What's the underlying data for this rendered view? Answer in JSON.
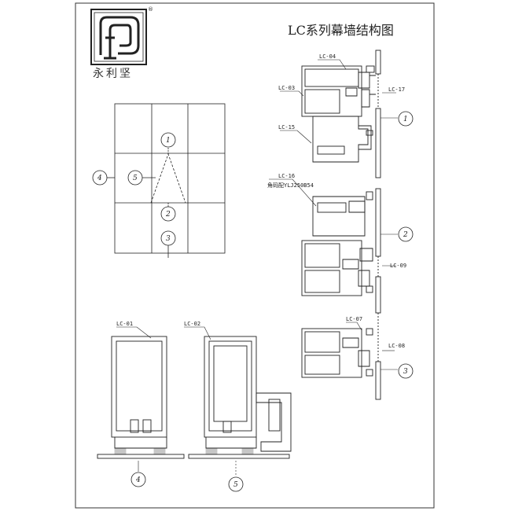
{
  "title": "LC系列幕墙结构图",
  "brand": {
    "name": "永利坚",
    "registered_mark": "®"
  },
  "grid_callouts": [
    "1",
    "2",
    "3",
    "4",
    "5"
  ],
  "profile_labels": {
    "lc04": "LC-04",
    "lc03": "LC-03",
    "lc17": "LC-17",
    "lc15": "LC-15",
    "lc16": "LC-16",
    "corner_code": "角码配YLJ250B54",
    "lc09": "LC-09",
    "lc07": "LC-07",
    "lc08": "LC-08",
    "lc01": "LC-01",
    "lc02": "LC-02"
  },
  "section_callouts": {
    "upper": "1",
    "middle": "2",
    "lower": "3",
    "bottom_left": "4",
    "bottom_right": "5"
  },
  "colors": {
    "line": "#222222",
    "border": "#333333",
    "background": "#ffffff"
  }
}
